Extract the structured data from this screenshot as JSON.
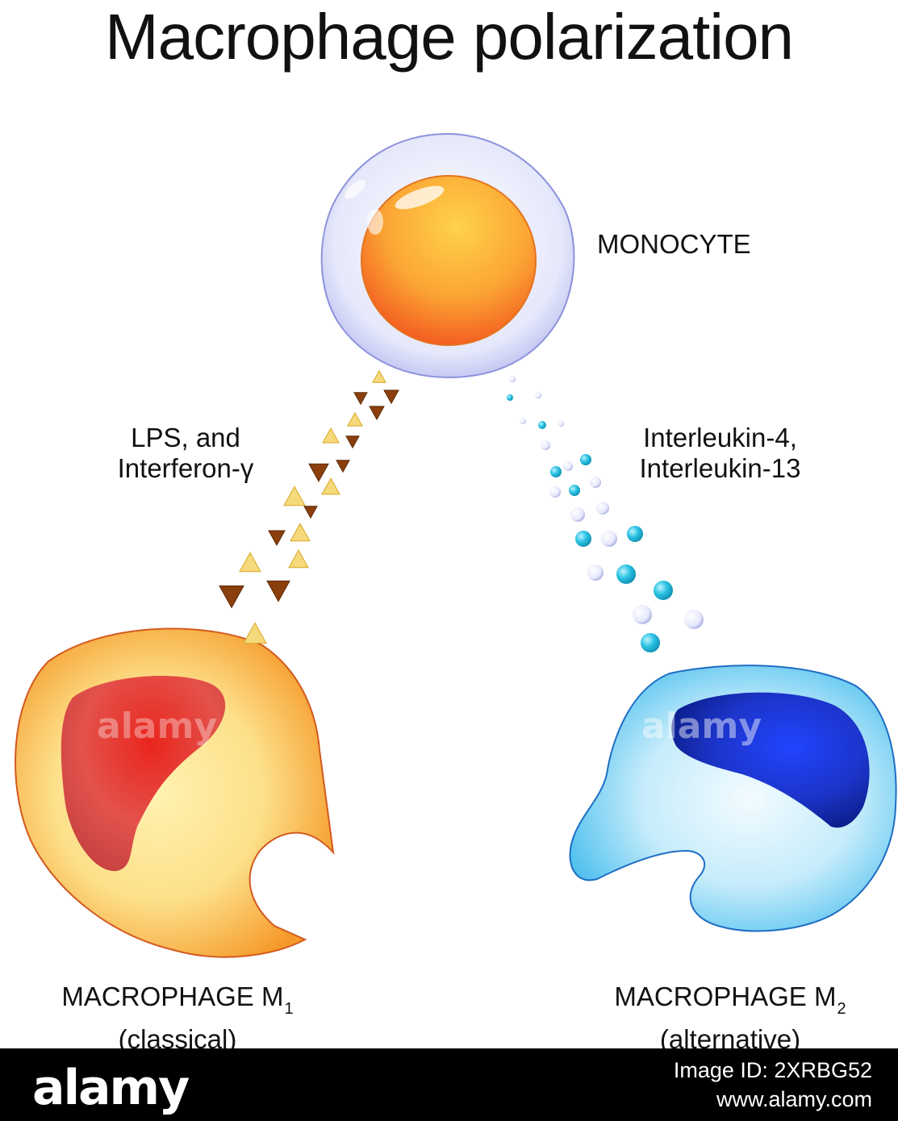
{
  "title": "Macrophage polarization",
  "monocyte": {
    "label": "MONOCYTE"
  },
  "stimuli": {
    "m1_line1": "LPS, and",
    "m1_line2": "Interferon-γ",
    "m2_line1": "Interleukin-4,",
    "m2_line2": "Interleukin-13"
  },
  "m1": {
    "name": "MACROPHAGE M",
    "subscript": "1",
    "type": "(classical)"
  },
  "m2": {
    "name": "MACROPHAGE M",
    "subscript": "2",
    "type": "(alternative)"
  },
  "colors": {
    "m1_cell": "#f7a52e",
    "m1_nucleus": "#d8231f",
    "m2_cell": "#5cc8f2",
    "m2_nucleus": "#1530c4",
    "monocyte_membrane": "#c9cdf3",
    "monocyte_nucleus": "#f7892b",
    "cytokine_triangle": "#e8c243",
    "cytokine_dot": "#29b6d4"
  },
  "watermark": "alamy",
  "footer": {
    "brand": "alamy",
    "image_id": "Image ID: 2XRBG52",
    "site": "www.alamy.com"
  }
}
